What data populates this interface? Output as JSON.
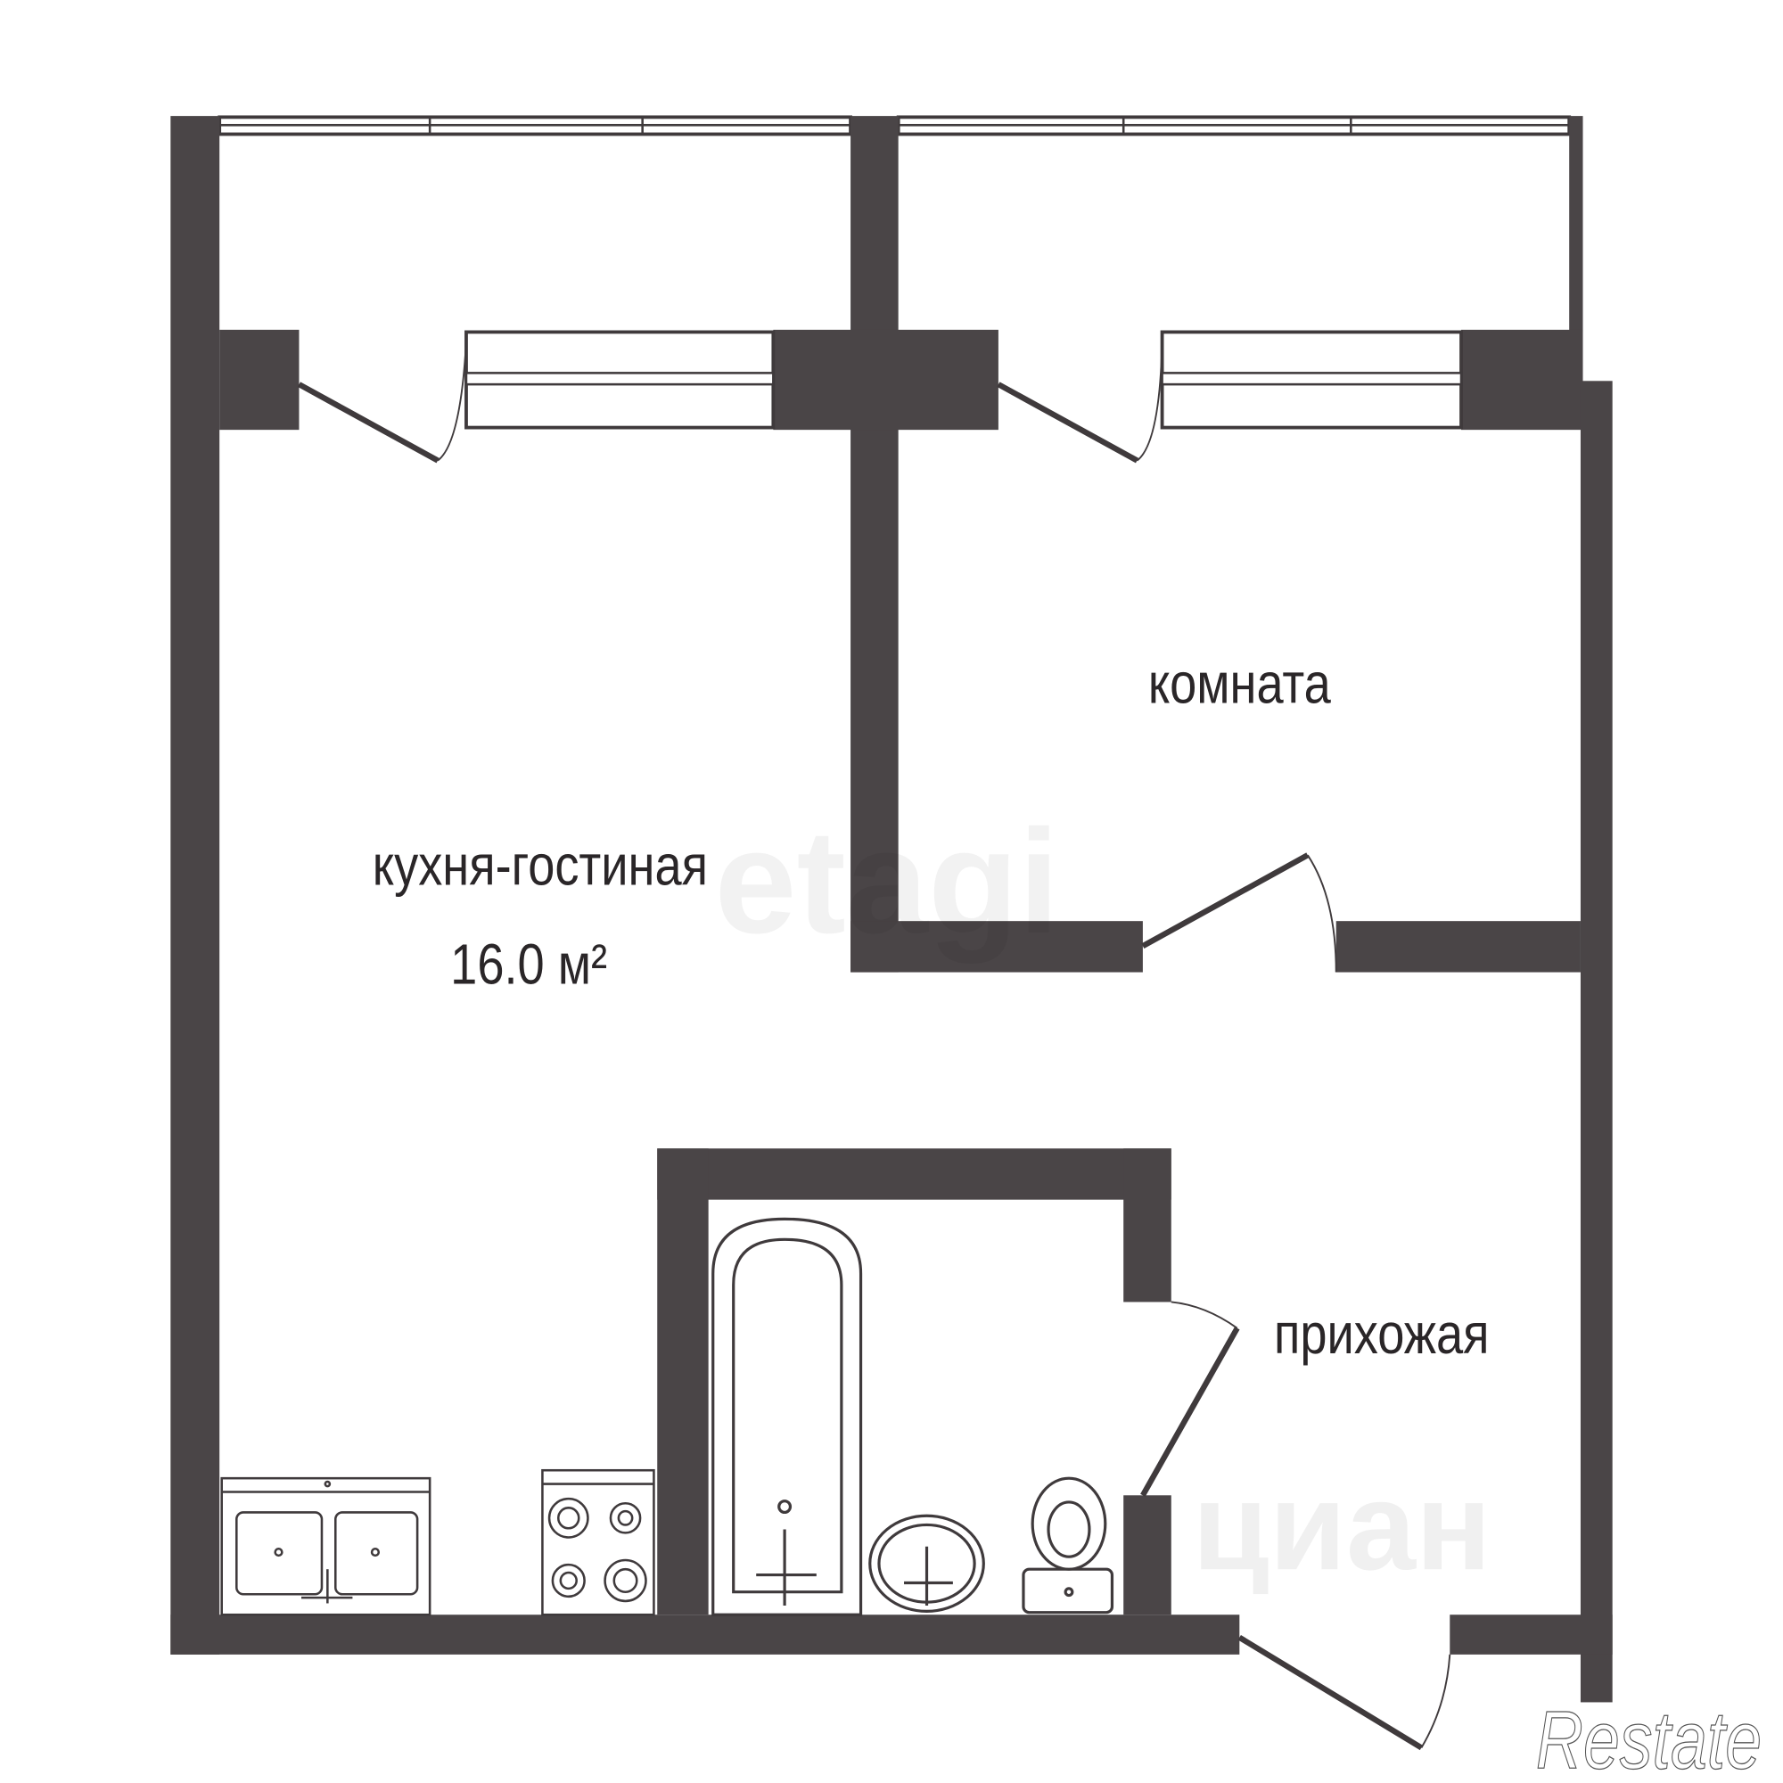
{
  "plan": {
    "rooms": [
      {
        "name": "кухня-гостиная",
        "area": "16.0 м²"
      },
      {
        "name": "комната"
      },
      {
        "name": "прихожая"
      }
    ],
    "watermarks": [
      "etagi",
      "циан",
      "Restate"
    ]
  },
  "colors": {
    "wall": "#4a4547",
    "background": "#ffffff"
  }
}
